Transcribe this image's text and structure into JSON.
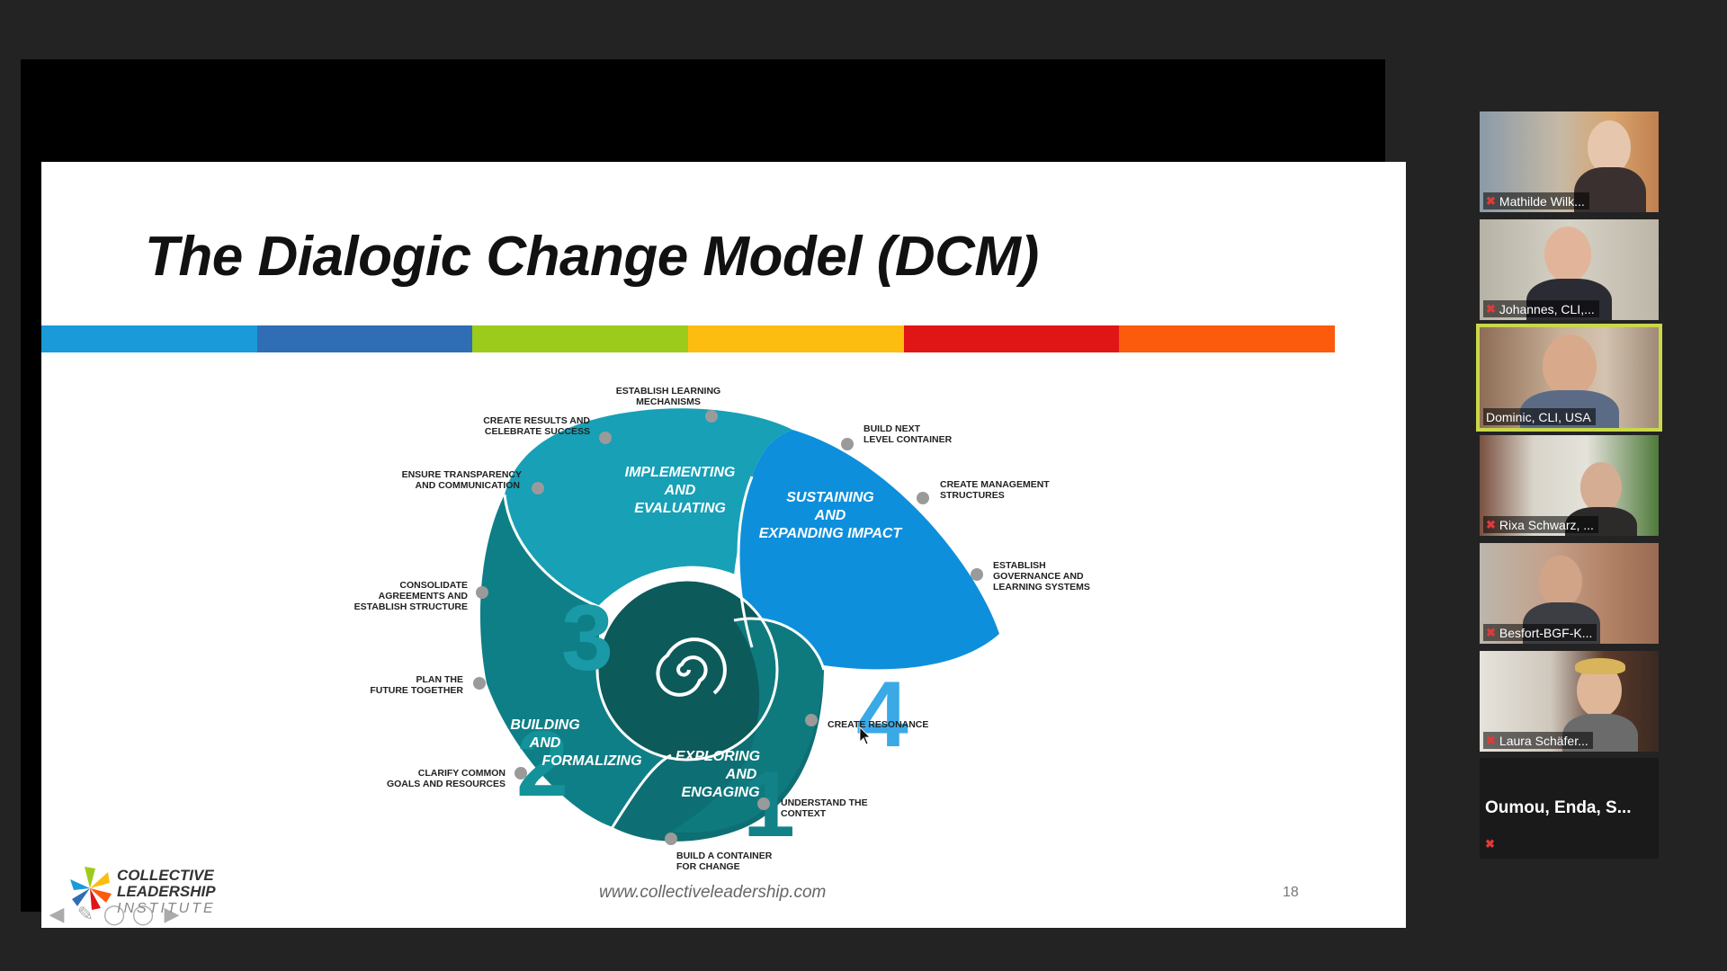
{
  "slide": {
    "title": "The Dialogic Change Model (DCM)",
    "url": "www.collectiveleadership.com",
    "page_number": "18",
    "color_bar": [
      "#1a9ad9",
      "#2f6db5",
      "#9ccb1b",
      "#fdbd10",
      "#e01515",
      "#fc5a0d"
    ],
    "logo": {
      "line1": "COLLECTIVE",
      "line2": "LEADERSHIP",
      "line3": "INSTITUTE"
    },
    "phases": {
      "p1": {
        "number": "1",
        "l1": "EXPLORING",
        "l2": "AND",
        "l3": "ENGAGING"
      },
      "p2": {
        "number": "2",
        "l1": "BUILDING",
        "l2": "AND",
        "l3": "FORMALIZING"
      },
      "p3": {
        "number": "3",
        "l1": "IMPLEMENTING",
        "l2": "AND",
        "l3": "EVALUATING"
      },
      "p4": {
        "number": "4",
        "l1": "SUSTAINING",
        "l2": "AND",
        "l3": "EXPANDING IMPACT"
      }
    },
    "steps": {
      "establish_learning": {
        "l1": "ESTABLISH LEARNING",
        "l2": "MECHANISMS"
      },
      "create_results": {
        "l1": "CREATE RESULTS AND",
        "l2": "CELEBRATE SUCCESS"
      },
      "ensure_transparency": {
        "l1": "ENSURE TRANSPARENCY",
        "l2": "AND COMMUNICATION"
      },
      "consolidate": {
        "l1": "CONSOLIDATE",
        "l2": "AGREEMENTS AND",
        "l3": "ESTABLISH STRUCTURE"
      },
      "plan_future": {
        "l1": "PLAN THE",
        "l2": "FUTURE TOGETHER"
      },
      "clarify_goals": {
        "l1": "CLARIFY COMMON",
        "l2": "GOALS AND RESOURCES"
      },
      "build_container": {
        "l1": "BUILD A CONTAINER",
        "l2": "FOR CHANGE"
      },
      "understand_context": {
        "l1": "UNDERSTAND THE",
        "l2": "CONTEXT"
      },
      "create_resonance": {
        "l1": "CREATE RESONANCE"
      },
      "build_next": {
        "l1": "BUILD NEXT",
        "l2": "LEVEL CONTAINER"
      },
      "create_management": {
        "l1": "CREATE MANAGEMENT",
        "l2": "STRUCTURES"
      },
      "establish_governance": {
        "l1": "ESTABLISH",
        "l2": "GOVERNANCE AND",
        "l3": "LEARNING SYSTEMS"
      }
    }
  },
  "participants": [
    {
      "name": "Mathilde Wilk...",
      "muted": true
    },
    {
      "name": "Johannes, CLI,...",
      "muted": true
    },
    {
      "name": "Dominic, CLI, USA",
      "muted": false,
      "active_speaker": true
    },
    {
      "name": "Rixa Schwarz, ...",
      "muted": true
    },
    {
      "name": "Besfort-BGF-K...",
      "muted": true
    },
    {
      "name": "Laura Schäfer...",
      "muted": true
    }
  ],
  "more_participants": {
    "names": "Oumou, Enda, S...",
    "muted": true
  },
  "colors": {
    "teal_dark": "#0d5a5b",
    "teal": "#0f7f87",
    "teal_mid": "#17a0b6",
    "blue": "#0e8fdc",
    "active_outline": "#c8d84a"
  }
}
